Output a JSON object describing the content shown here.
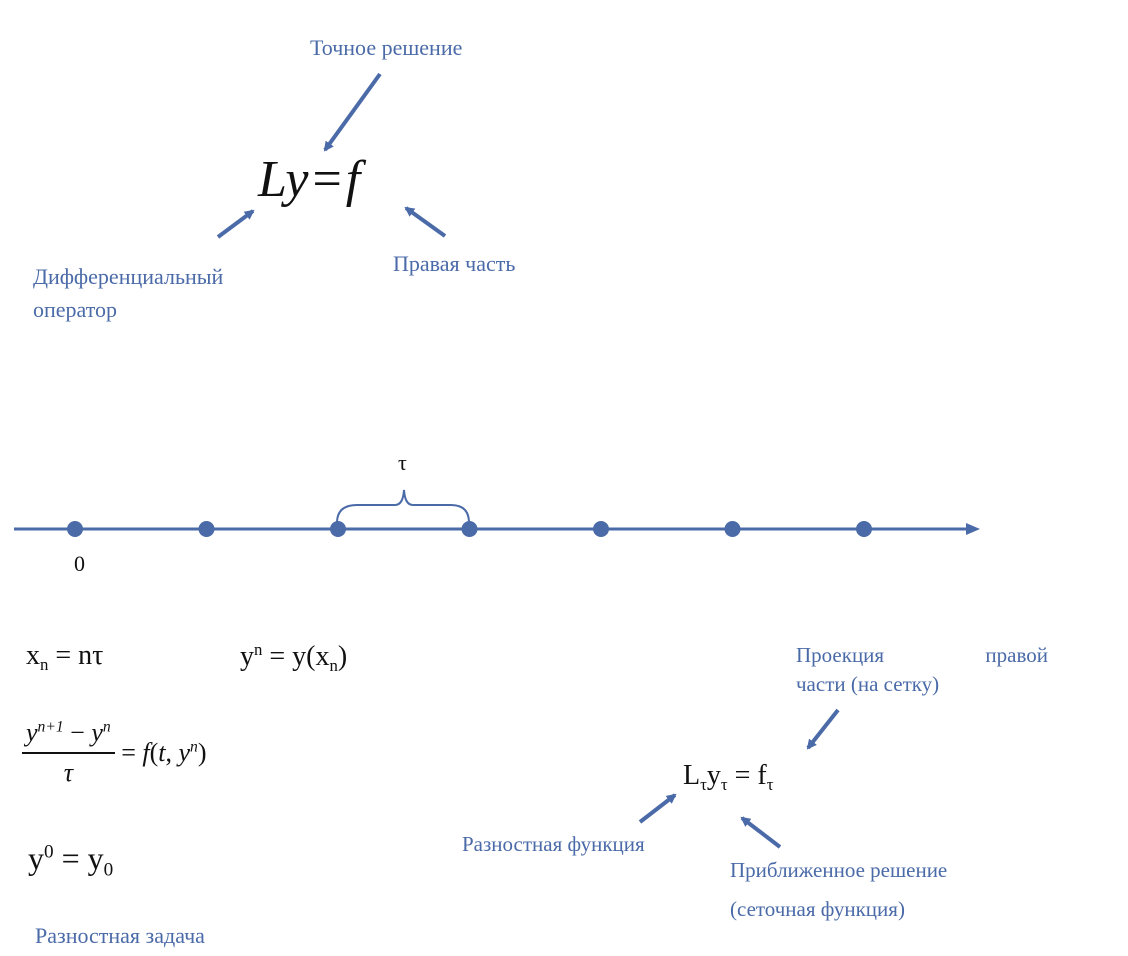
{
  "top": {
    "label_exact": "Точное решение",
    "eq_L": "L",
    "eq_y": "y",
    "eq_eq": "=",
    "eq_f": "f",
    "label_operator_1": "Дифференциальный",
    "label_operator_2": "оператор",
    "label_rhs": "Правая часть"
  },
  "axis": {
    "tau": "τ",
    "zero": "0",
    "point_count": 7
  },
  "formulas": {
    "xn_x": "x",
    "xn_sub": "n",
    "xn_rhs": " = nτ",
    "yn_y": "y",
    "yn_sup": "n",
    "yn_mid": " = y(x",
    "yn_sub": "n",
    "yn_end": ")",
    "frac_num_y1": "y",
    "frac_num_sup1": "n+1",
    "frac_num_mid": " − ",
    "frac_num_y2": "y",
    "frac_num_sup2": "n",
    "frac_den": "τ",
    "frac_rhs_pre": "= ",
    "frac_rhs_f": "f",
    "frac_rhs_mid": "(",
    "frac_rhs_t": "t",
    "frac_rhs_comma": ", ",
    "frac_rhs_y": "y",
    "frac_rhs_sup": "n",
    "frac_rhs_end": ")",
    "init_y": "y",
    "init_sup": "0",
    "init_mid": " = y",
    "init_sub": "0",
    "caption": "Разностная задача"
  },
  "right": {
    "proj_w1": "Проекция",
    "proj_w2": "правой",
    "proj_2": "части (на сетку)",
    "eq_L": "L",
    "eq_Lsub": "τ",
    "eq_y": "y",
    "eq_ysub": "τ",
    "eq_mid": " = f",
    "eq_fsub": "τ",
    "label_diff": "Разностная функция",
    "label_approx_1": "Приближенное решение",
    "label_approx_2": "(сеточная функция)"
  }
}
